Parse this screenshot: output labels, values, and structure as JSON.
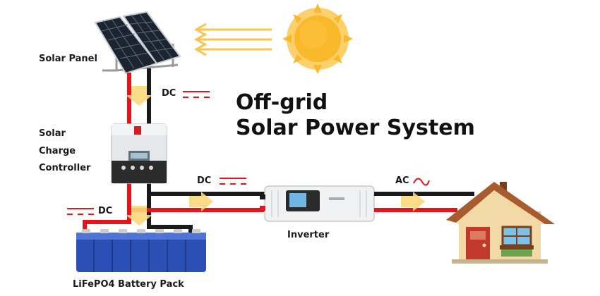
{
  "title": {
    "line1": "Off-grid",
    "line2": "Solar Power System"
  },
  "labels": {
    "solar_panel": "Solar Panel",
    "controller_line1": "Solar",
    "controller_line2": "Charge",
    "controller_line3": "Controller",
    "inverter": "Inverter",
    "battery": "LiFePO4 Battery Pack"
  },
  "flow_labels": {
    "dc_panel": "DC",
    "dc_battery": "DC",
    "dc_inverter": "DC",
    "ac_house": "AC"
  },
  "colors": {
    "positive_wire": "#e3141b",
    "negative_wire": "#1a1a1a",
    "flow_arrow": "#f9d77a",
    "sun": "#f9b92b",
    "battery": "#2c4fb5",
    "house_wall": "#f3d9a6",
    "house_roof": "#a85b2f"
  },
  "icons": [
    "sun-icon",
    "solar-panel-icon",
    "charge-controller-icon",
    "battery-pack-icon",
    "inverter-icon",
    "house-icon"
  ]
}
